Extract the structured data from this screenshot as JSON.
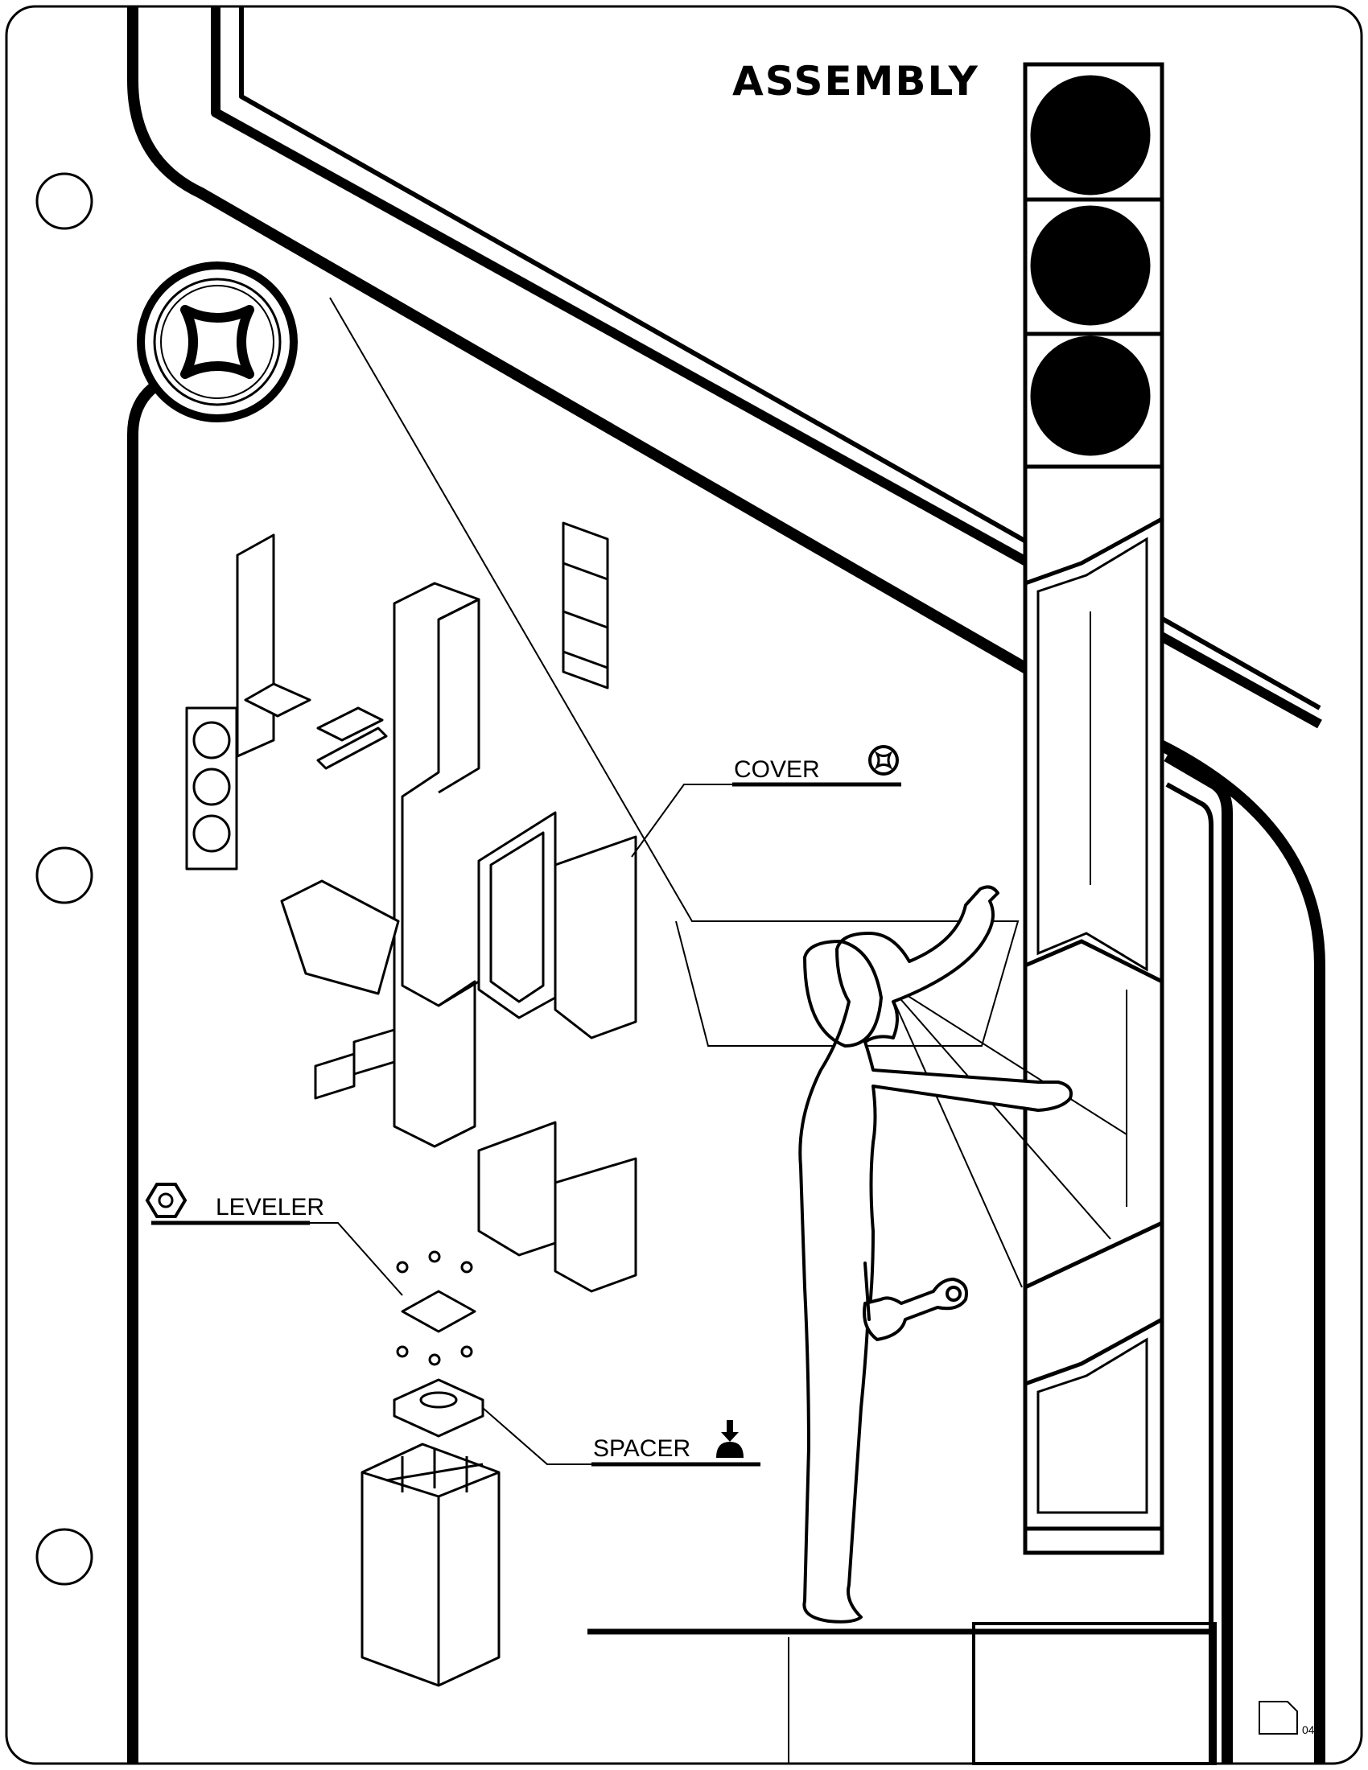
{
  "sheet": {
    "title": "ASSEMBLY",
    "page_number": "04"
  },
  "labels": {
    "cover": "COVER",
    "leveler": "LEVELER",
    "spacer": "SPACER"
  },
  "icons": {
    "tool_badge": "torx-socket-icon",
    "cover": "torx-screw-icon",
    "leveler": "hex-nut-icon",
    "spacer": "press-down-icon",
    "page": "page-icon"
  },
  "colors": {
    "ink": "#000000",
    "paper": "#ffffff"
  }
}
